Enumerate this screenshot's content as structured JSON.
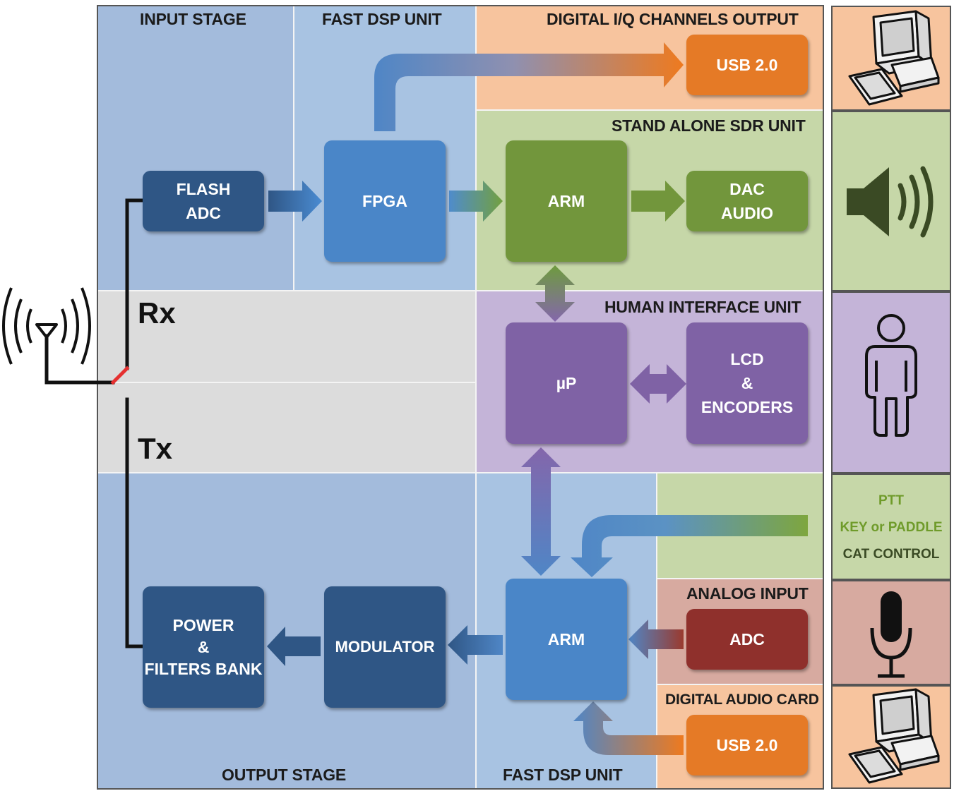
{
  "colors": {
    "input_stage": "#a3bbdc",
    "fast_dsp": "#a8c3e2",
    "iq_output": "#f7c49e",
    "sdr_unit": "#c6d7a8",
    "human_interface": "#c4b4d8",
    "rxtx_band": "#dcdcdc",
    "output_stage": "#a3bbdc",
    "analog_input": "#d7aaa0",
    "digital_audio": "#f7c49e",
    "dark_box": "#2f5685",
    "fpga_box": "#4a86c8",
    "green_box": "#72963c",
    "purple_box": "#7f62a5",
    "orange_box": "#e57a26",
    "red_box": "#8f302c"
  },
  "sections": {
    "input_stage": "INPUT STAGE",
    "fast_dsp_top": "FAST DSP UNIT",
    "iq_output": "DIGITAL I/Q CHANNELS OUTPUT",
    "sdr_unit": "STAND ALONE SDR UNIT",
    "human_interface": "HUMAN INTERFACE UNIT",
    "output_stage": "OUTPUT STAGE",
    "fast_dsp_bottom": "FAST DSP UNIT",
    "analog_input": "ANALOG INPUT",
    "digital_audio": "DIGITAL AUDIO CARD"
  },
  "blocks": {
    "flash_adc": [
      "FLASH",
      "ADC"
    ],
    "fpga": "FPGA",
    "usb_top": "USB 2.0",
    "arm_top": "ARM",
    "dac_audio": [
      "DAC",
      "AUDIO"
    ],
    "up": "µP",
    "lcd": [
      "LCD",
      "&",
      "ENCODERS"
    ],
    "power": [
      "POWER",
      "&",
      "FILTERS BANK"
    ],
    "modulator": "MODULATOR",
    "arm_bottom": "ARM",
    "adc": "ADC",
    "usb_bottom": "USB 2.0"
  },
  "labels": {
    "rx": "Rx",
    "tx": "Tx"
  },
  "side_panel": {
    "controls": [
      "PTT",
      "KEY or PADDLE",
      "CAT CONTROL"
    ],
    "icons": [
      "computer-icon",
      "speaker-icon",
      "person-icon",
      "controls",
      "microphone-icon",
      "computer-icon"
    ]
  }
}
